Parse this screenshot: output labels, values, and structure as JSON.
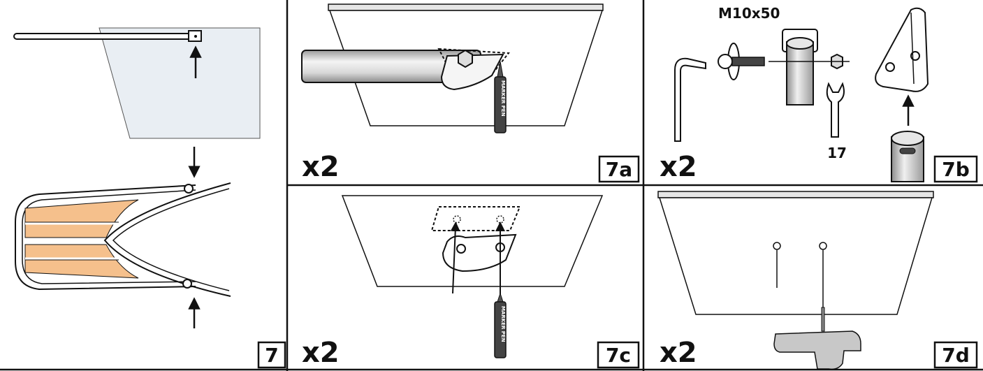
{
  "panels": [
    {
      "id": "7",
      "tag": "7"
    },
    {
      "id": "7a",
      "tag": "7a",
      "quantity": "x2",
      "pen_label": "MARKER PEN"
    },
    {
      "id": "7b",
      "tag": "7b",
      "quantity": "x2",
      "bolt_label": "M10x50",
      "wrench_size": "17"
    },
    {
      "id": "7c",
      "tag": "7c",
      "quantity": "x2",
      "pen_label": "MARKER PEN"
    },
    {
      "id": "7d",
      "tag": "7d",
      "quantity": "x2"
    }
  ],
  "colors": {
    "line": "#111111",
    "sail": "#e9eef3",
    "wood": "#f5c08c",
    "metal_light": "#e6e6e6",
    "metal_dark": "#9a9a9a",
    "tool_body": "#c8c8c8"
  }
}
